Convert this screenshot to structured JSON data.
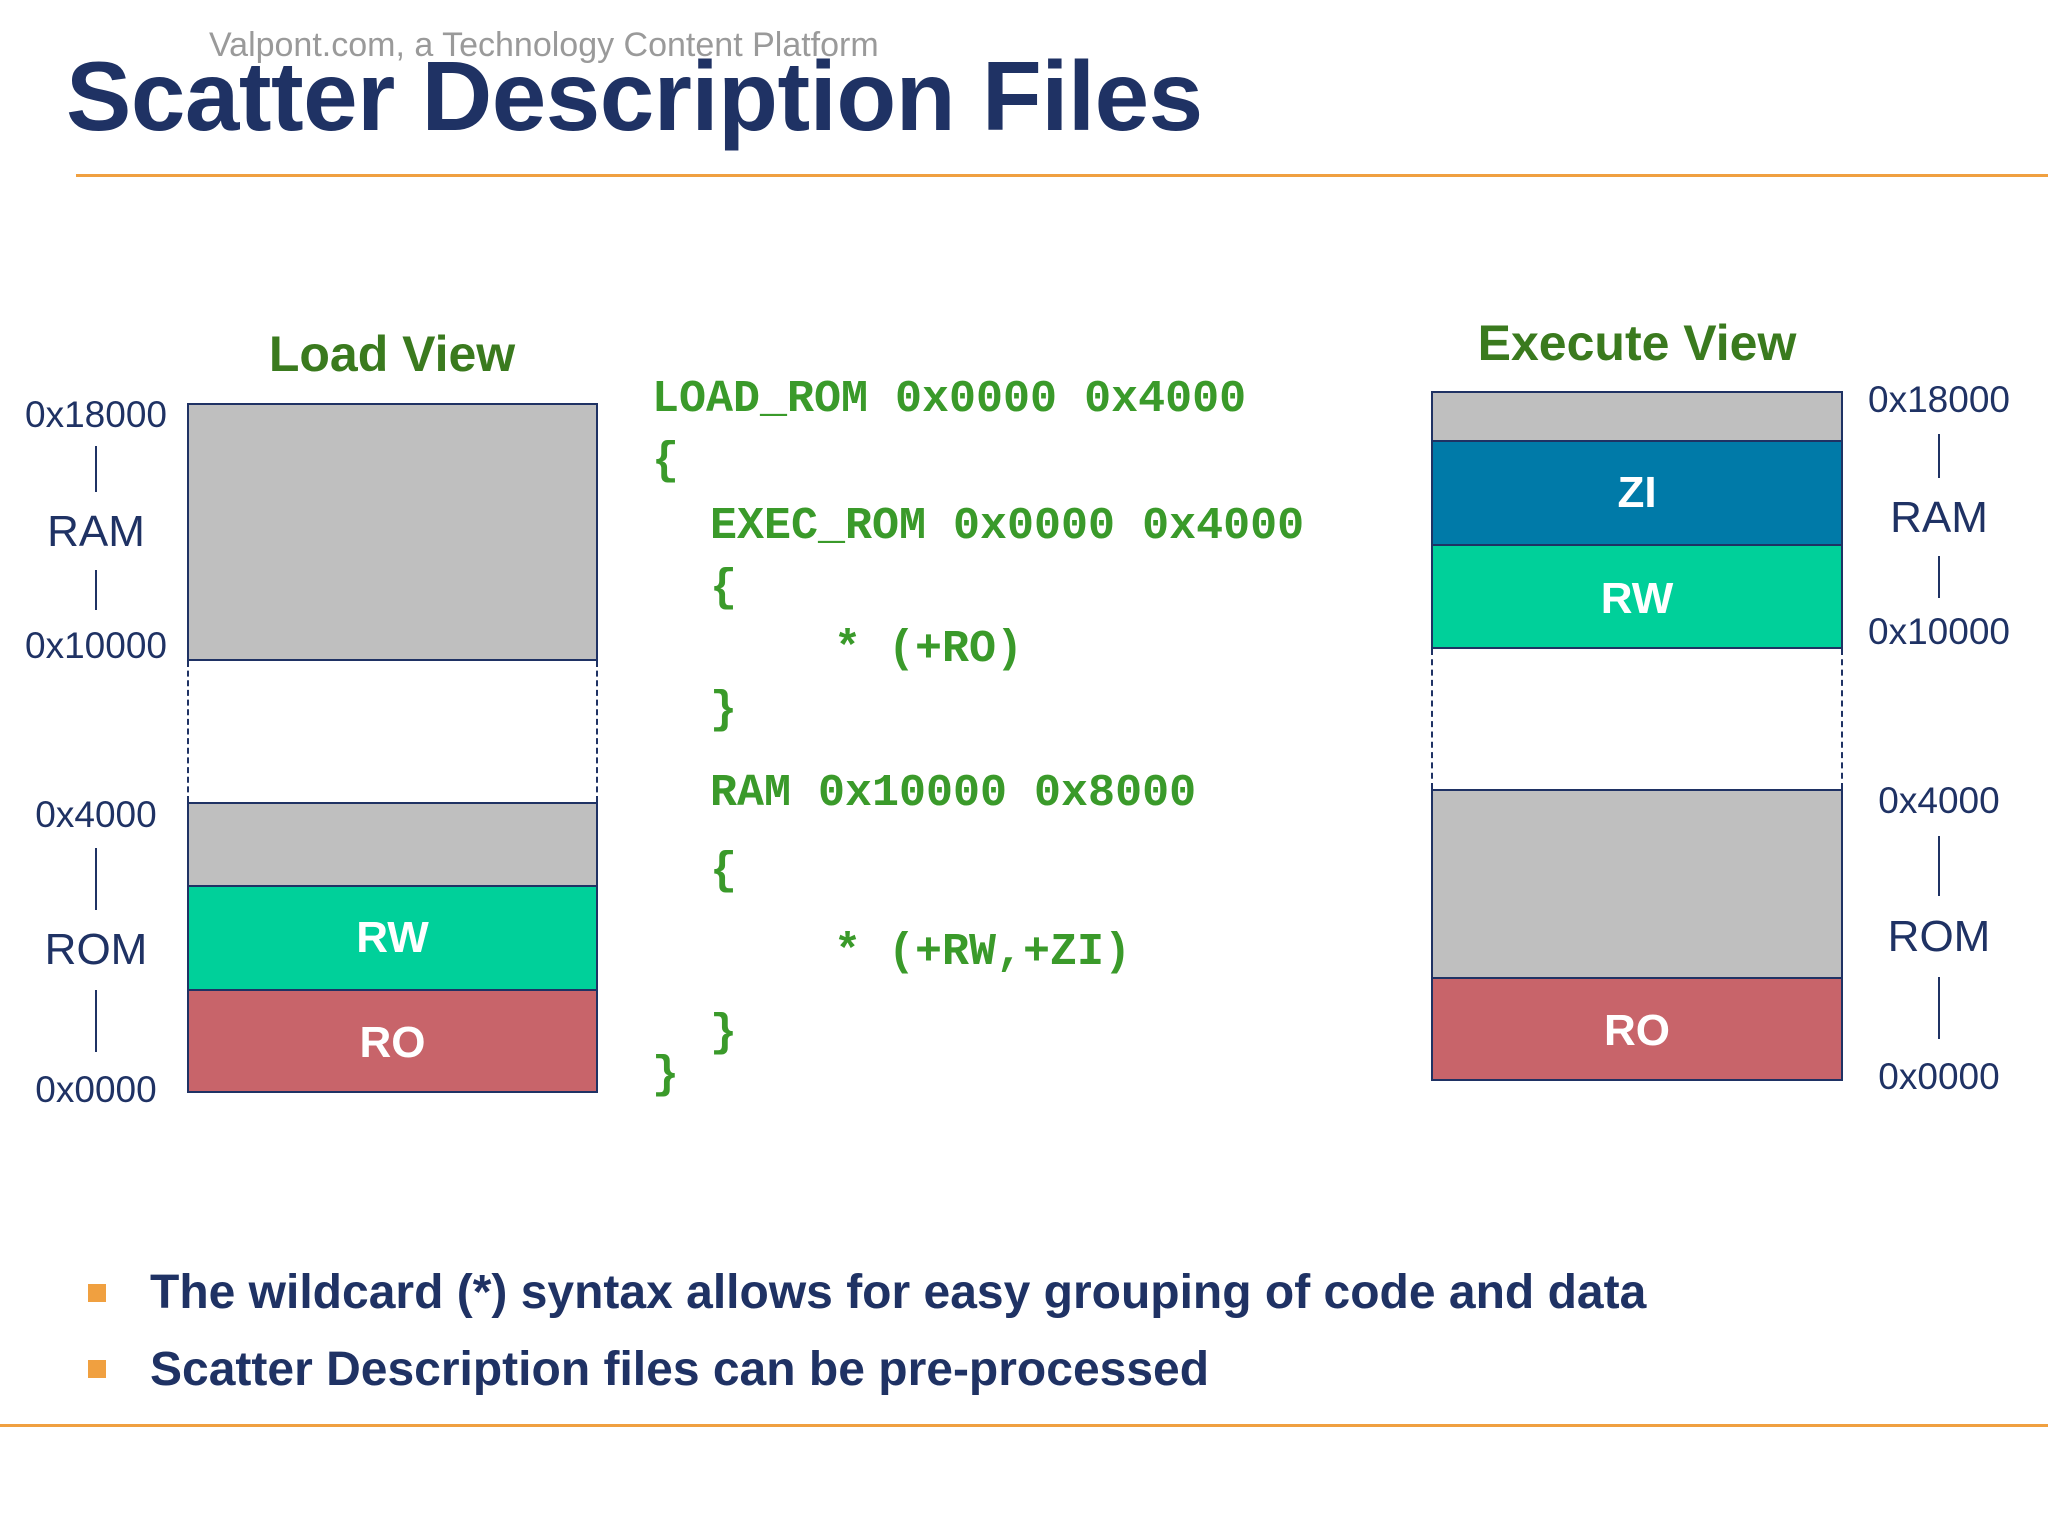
{
  "header": {
    "watermark": "Valpont.com, a Technology Content Platform",
    "title": "Scatter Description Files"
  },
  "colors": {
    "navy": "#1f3264",
    "orange": "#f0a040",
    "green_text": "#3a7a1e",
    "code_green": "#3a9a2a",
    "grey": "#bfbfbf",
    "rw": "#00d09a",
    "ro": "#c8646a",
    "zi": "#007aa8"
  },
  "load_view": {
    "title": "Load View",
    "ram_label": "RAM",
    "rom_label": "ROM",
    "addr_top": "0x18000",
    "addr_ram_bottom": "0x10000",
    "addr_rom_top": "0x4000",
    "addr_bottom": "0x0000",
    "rw_label": "RW",
    "ro_label": "RO"
  },
  "execute_view": {
    "title": "Execute View",
    "ram_label": "RAM",
    "rom_label": "ROM",
    "addr_top": "0x18000",
    "addr_ram_bottom": "0x10000",
    "addr_rom_top": "0x4000",
    "addr_bottom": "0x0000",
    "zi_label": "ZI",
    "rw_label": "RW",
    "ro_label": "RO"
  },
  "code": {
    "line1": "LOAD_ROM 0x0000 0x4000",
    "line2": "{",
    "line3": "EXEC_ROM 0x0000 0x4000",
    "line4": "{",
    "line5": "* (+RO)",
    "line6": "}",
    "line7": "RAM 0x10000 0x8000",
    "line8": "{",
    "line9": "* (+RW,+ZI)",
    "line10": "}",
    "line11": "}"
  },
  "bullets": [
    "The wildcard (*) syntax allows for easy grouping of code and data",
    "Scatter Description files can be pre-processed"
  ]
}
